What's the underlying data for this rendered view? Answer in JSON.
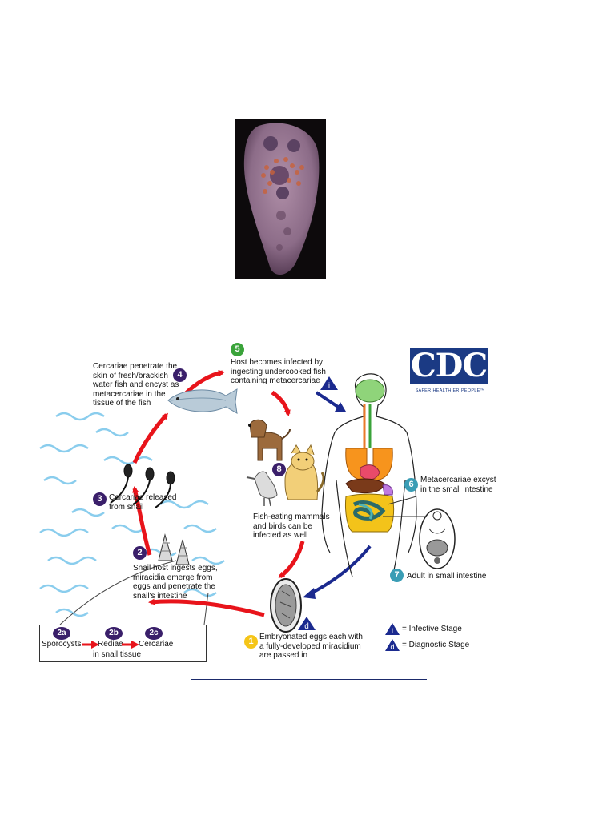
{
  "colors": {
    "arrow_red": "#e8141b",
    "arrow_blue": "#1b2a8f",
    "step_purple": "#3a1f6a",
    "step_green": "#3aa33a",
    "step_teal": "#3a9db5",
    "step_yellow": "#f5c518",
    "water_blue": "#7ec8ec",
    "cdc_blue": "#1b3a84"
  },
  "logo": {
    "text": "CDC",
    "tagline": "SAFER·HEALTHIER·PEOPLE™"
  },
  "steps": {
    "s1": {
      "number": "1",
      "text": [
        "Embryonated eggs each with",
        "a fully-developed miracidium",
        "are passed in"
      ]
    },
    "s2": {
      "number": "2",
      "text": [
        "Snail host ingests eggs,",
        "miracidia emerge from",
        "eggs and penetrate the",
        "snail's intestine"
      ]
    },
    "s3": {
      "number": "3",
      "text": [
        "Cercariae released",
        "from snail"
      ]
    },
    "s4": {
      "number": "4",
      "text": [
        "Cercariae penetrate the",
        "skin of fresh/brackish",
        "water fish and encyst as",
        "metacercariae in the",
        "tissue of the fish"
      ]
    },
    "s5": {
      "number": "5",
      "text": [
        "Host becomes infected by",
        "ingesting undercooked fish",
        "containing metacercariae"
      ]
    },
    "s6": {
      "number": "6",
      "text": [
        "Metacercariae excyst",
        "in the small intestine"
      ]
    },
    "s7": {
      "number": "7",
      "text": [
        "Adult in small intestine"
      ]
    },
    "s8": {
      "number": "8",
      "text": [
        "Fish-eating mammals",
        "and birds can be",
        "infected as well"
      ]
    }
  },
  "snail_tissue": {
    "a": {
      "badge": "2a",
      "label": "Sporocysts"
    },
    "b": {
      "badge": "2b",
      "label": "Rediae"
    },
    "c": {
      "badge": "2c",
      "label": "Cercariae"
    },
    "caption": "in snail tissue"
  },
  "legend": {
    "infective": {
      "symbol": "i",
      "label": "= Infective Stage"
    },
    "diagnostic": {
      "symbol": "d",
      "label": "= Diagnostic Stage"
    }
  },
  "markers": {
    "i": "i",
    "d": "d"
  }
}
